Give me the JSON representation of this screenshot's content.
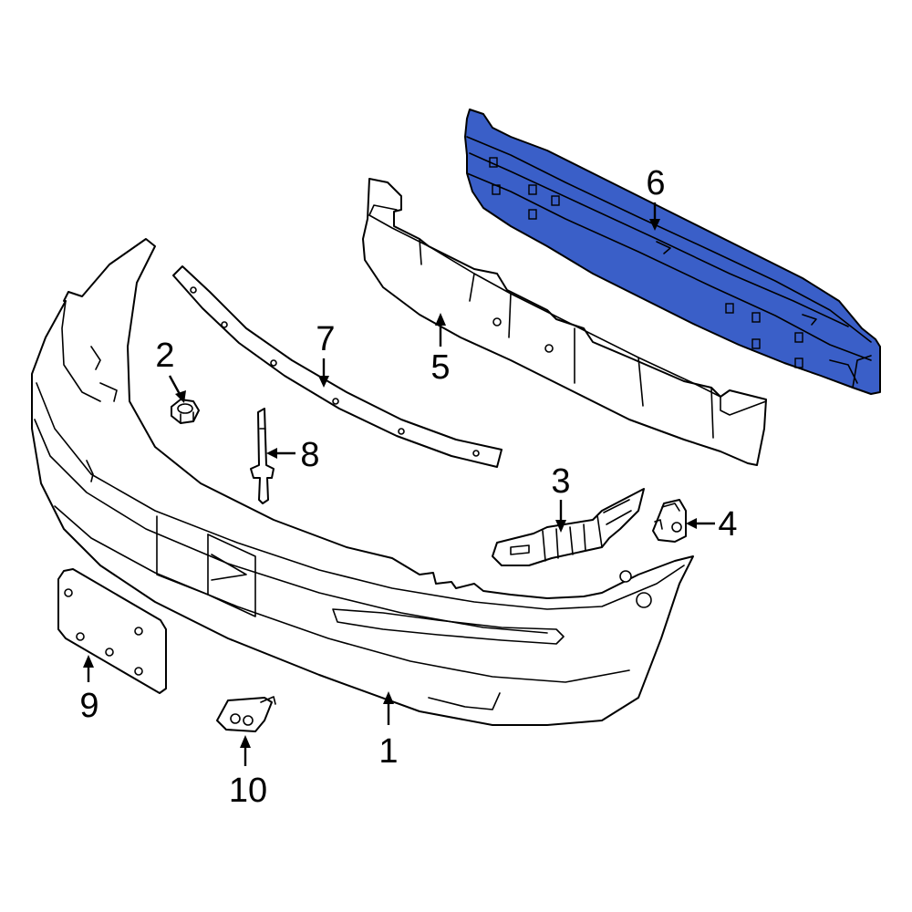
{
  "colors": {
    "highlight": "#3a5fc8",
    "line": "#000000",
    "background": "#ffffff"
  },
  "callouts": [
    {
      "id": "1",
      "label": "1"
    },
    {
      "id": "2",
      "label": "2"
    },
    {
      "id": "3",
      "label": "3"
    },
    {
      "id": "4",
      "label": "4"
    },
    {
      "id": "5",
      "label": "5"
    },
    {
      "id": "6",
      "label": "6"
    },
    {
      "id": "7",
      "label": "7"
    },
    {
      "id": "8",
      "label": "8"
    },
    {
      "id": "9",
      "label": "9"
    },
    {
      "id": "10",
      "label": "10"
    }
  ]
}
